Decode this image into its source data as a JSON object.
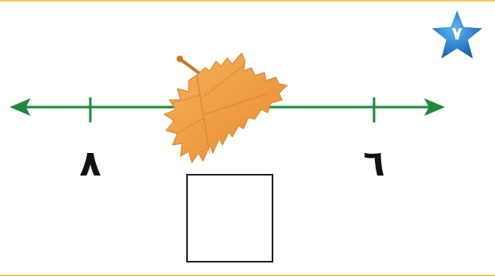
{
  "exercise": {
    "number": "٧",
    "number_line": {
      "left_label": "٨",
      "right_label": "٦"
    },
    "answer_box_value": ""
  },
  "colors": {
    "line": "#1f8a3b",
    "star": "#2a7cc9",
    "leaf": "#f2a245",
    "rule": "#f3cf5a"
  }
}
